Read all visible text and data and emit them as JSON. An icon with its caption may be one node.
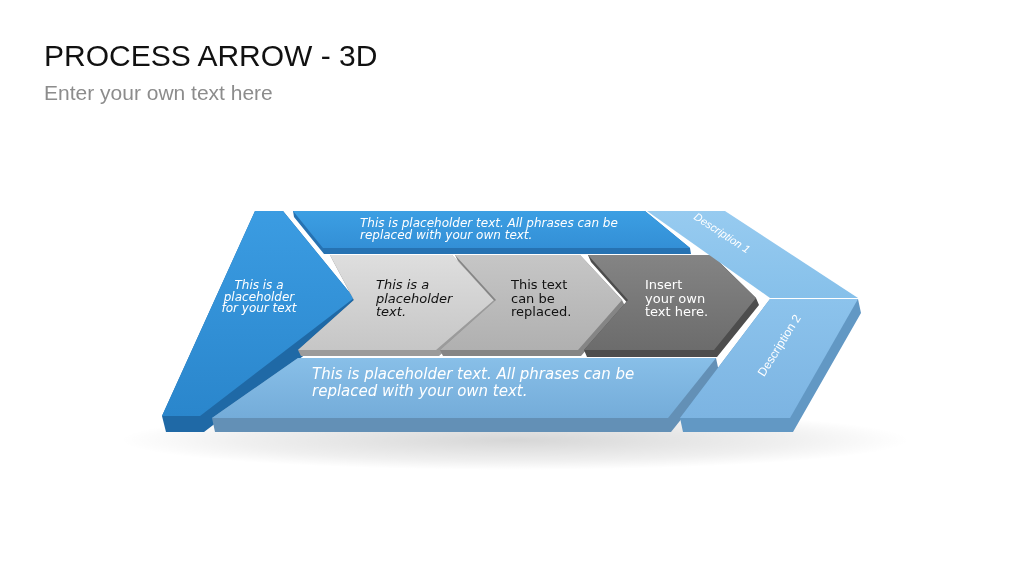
{
  "diagram": {
    "title": "PROCESS ARROW - 3D",
    "nodes": [
      {
        "text": [
          "This is a placeholder for your text"
        ]
      },
      {
        "text": [
          "This is placeholder text. All phrases can be replaced with your own text."
        ]
      },
      {
        "text": [
          "This is a placeholder text."
        ]
      },
      {
        "text": [
          "This text can be replaced."
        ]
      },
      {
        "text": [
          "Insert your own text here."
        ]
      },
      {
        "text": [
          "This is placeholder text. All phrases can be replaced with your own text."
        ]
      },
      {
        "text": [
          "Description 1"
        ]
      },
      {
        "text": [
          "Description 2"
        ]
      }
    ],
    "labels": [
      "Enter your own text here"
    ]
  }
}
